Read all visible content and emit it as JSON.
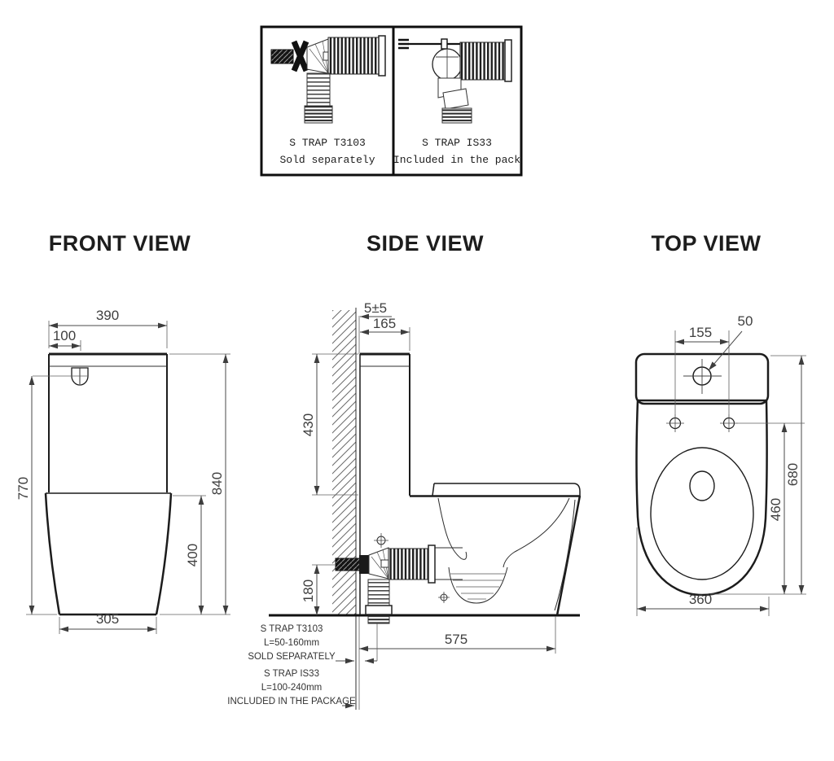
{
  "header_box": {
    "left": {
      "name": "S TRAP T3103",
      "note": "Sold separately"
    },
    "right": {
      "name": "S TRAP IS33",
      "note": "Included in the pack"
    }
  },
  "titles": {
    "front": "FRONT VIEW",
    "side": "SIDE VIEW",
    "top": "TOP VIEW"
  },
  "front_dims": {
    "top_width": "390",
    "button_offset": "100",
    "height_to_button": "770",
    "total_height": "840",
    "bowl_height": "400",
    "base_width": "305"
  },
  "side_dims": {
    "wall_gap": "5±5",
    "tank_depth": "165",
    "tank_height": "430",
    "outlet_height": "180",
    "total_depth": "575"
  },
  "top_dims": {
    "hinge_spacing": "155",
    "button_hole": "50",
    "total_depth": "680",
    "seat_depth": "460",
    "bowl_width": "360"
  },
  "notes": {
    "trap1": {
      "l1": "S TRAP T3103",
      "l2": "L=50-160mm",
      "l3": "SOLD  SEPARATELY"
    },
    "trap2": {
      "l1": "S TRAP IS33",
      "l2": "L=100-240mm",
      "l3": "INCLUDED IN  THE PACKAGE"
    }
  }
}
